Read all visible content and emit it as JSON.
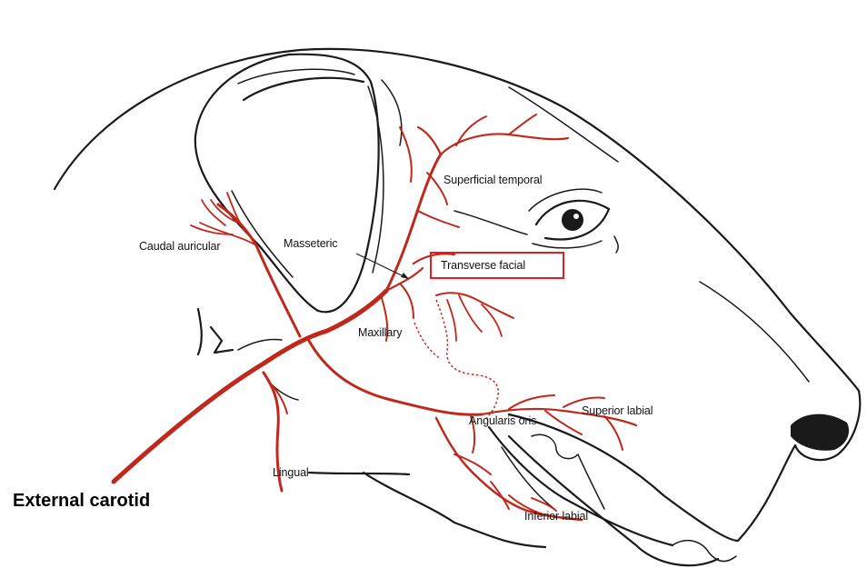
{
  "labels": {
    "superficial_temporal": "Superficial temporal",
    "caudal_auricular": "Caudal auricular",
    "masseteric": "Masseteric",
    "transverse_facial": "Transverse facial",
    "maxillary": "Maxillary",
    "superior_labial": "Superior labial",
    "angularis_oris": "Angularis oris",
    "lingual": "Lingual",
    "inferior_labial": "Inferior labial",
    "external_carotid": "External carotid"
  },
  "highlighted_label": "Transverse facial",
  "colors": {
    "artery": "#c0281c",
    "outline": "#1a1a1a",
    "highlight_box": "#e02020"
  }
}
